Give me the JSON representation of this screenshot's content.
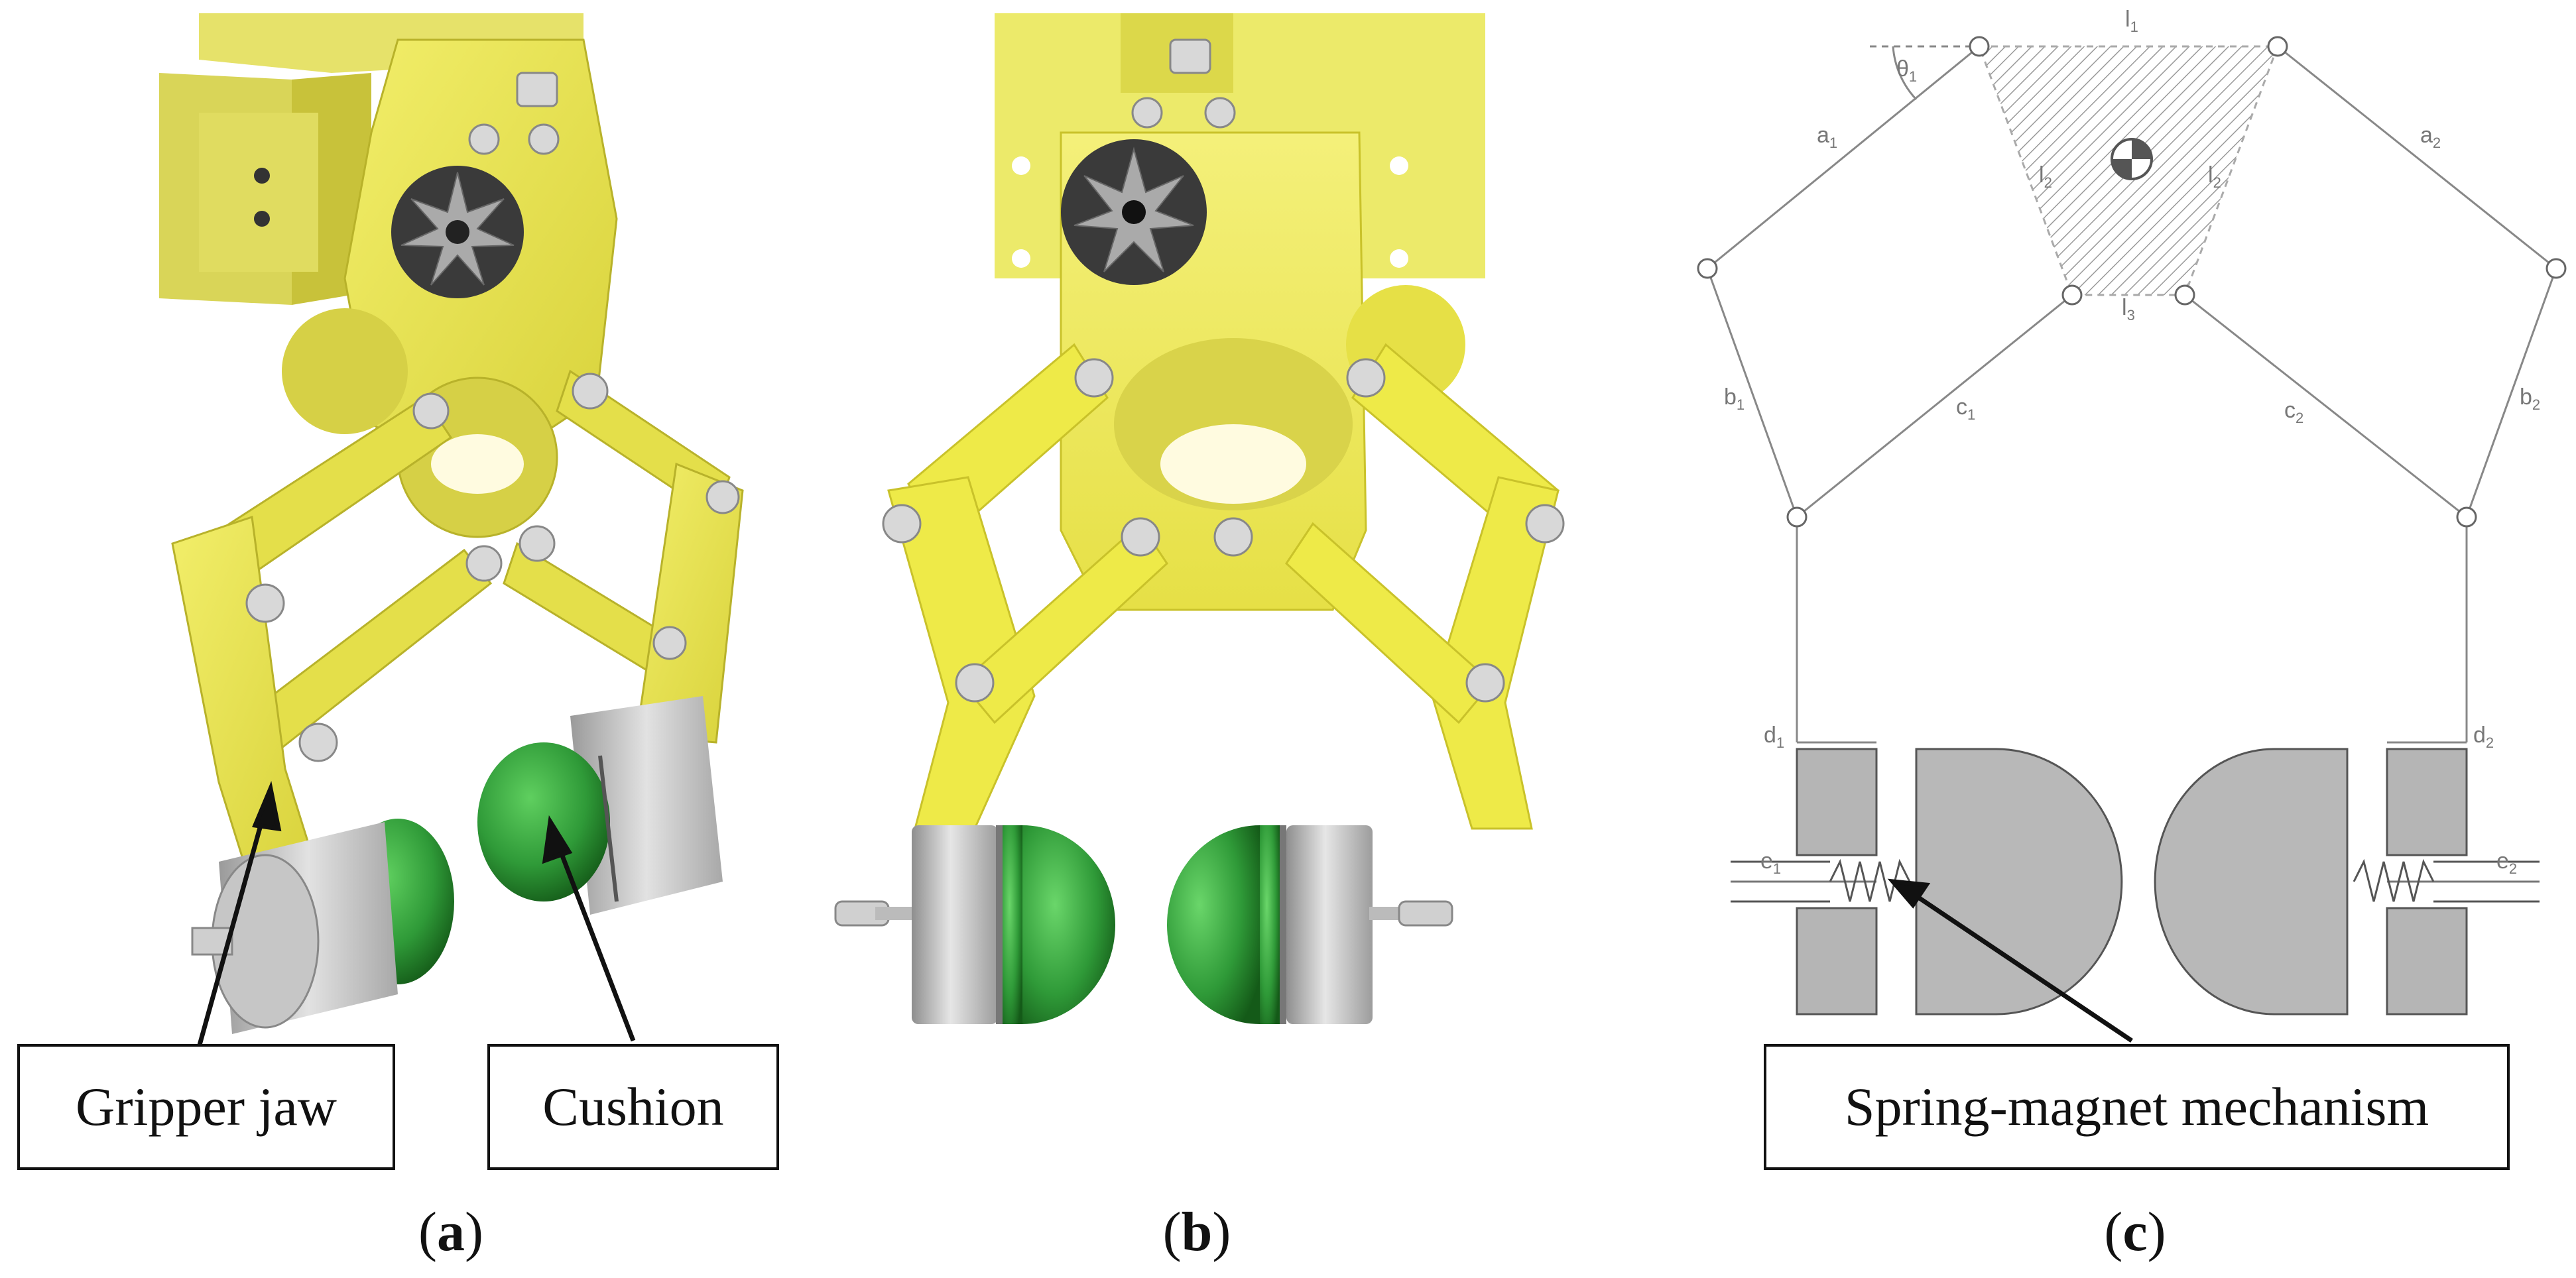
{
  "panels": [
    {
      "id": "a",
      "caption_open": "(",
      "caption_letter": "a",
      "caption_close": ")"
    },
    {
      "id": "b",
      "caption_open": "(",
      "caption_letter": "b",
      "caption_close": ")"
    },
    {
      "id": "c",
      "caption_open": "(",
      "caption_letter": "c",
      "caption_close": ")"
    }
  ],
  "callouts": {
    "gripper_jaw": "Gripper jaw",
    "cushion": "Cushion",
    "spring_magnet": "Spring-magnet mechanism"
  },
  "kinematic_labels": {
    "l1": {
      "base": "l",
      "sub": "1"
    },
    "l2_left": {
      "base": "l",
      "sub": "2"
    },
    "l2_right": {
      "base": "l",
      "sub": "2"
    },
    "l3": {
      "base": "l",
      "sub": "3"
    },
    "theta1": {
      "base": "θ",
      "sub": "1"
    },
    "a1": {
      "base": "a",
      "sub": "1"
    },
    "a2": {
      "base": "a",
      "sub": "2"
    },
    "b1": {
      "base": "b",
      "sub": "1"
    },
    "b2": {
      "base": "b",
      "sub": "2"
    },
    "c1": {
      "base": "c",
      "sub": "1"
    },
    "c2": {
      "base": "c",
      "sub": "2"
    },
    "d1": {
      "base": "d",
      "sub": "1"
    },
    "d2": {
      "base": "d",
      "sub": "2"
    },
    "e1": {
      "base": "e",
      "sub": "1"
    },
    "e2": {
      "base": "e",
      "sub": "2"
    }
  },
  "colors": {
    "frame_yellow": "#e8e34a",
    "frame_yellow_dark": "#c9c22a",
    "bolt_grey": "#d8d8d8",
    "cushion_green": "#2f9a38",
    "cushion_green_dark": "#16601c",
    "jaw_grey": "#bdbdbd",
    "line_grey": "#808080"
  }
}
